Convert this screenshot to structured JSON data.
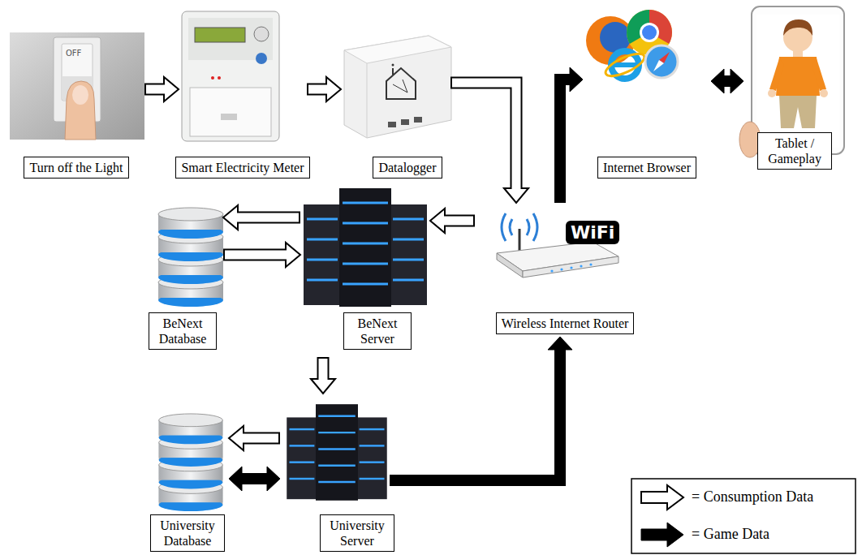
{
  "diagram": {
    "nodes": [
      {
        "text": [
          "Turn off the Light"
        ]
      },
      {
        "text": [
          "Smart Electricity Meter"
        ]
      },
      {
        "text": [
          "Datalogger"
        ]
      },
      {
        "text": [
          "Internet Browser"
        ]
      },
      {
        "text": [
          "Tablet / Gameplay"
        ]
      },
      {
        "text": [
          "BeNext Database"
        ]
      },
      {
        "text": [
          "BeNext Server"
        ]
      },
      {
        "text": [
          "Wireless Internet Router"
        ]
      },
      {
        "text": [
          "University Database"
        ]
      },
      {
        "text": [
          "University Server"
        ]
      }
    ],
    "edges": [
      {
        "from": 0,
        "to": 1,
        "arrow": "to"
      },
      {
        "from": 1,
        "to": 2,
        "arrow": "to"
      },
      {
        "from": 2,
        "to": 7,
        "arrow": "to"
      },
      {
        "from": 7,
        "to": 3,
        "arrow": "to"
      },
      {
        "from": 3,
        "to": 4,
        "arrow": "both"
      },
      {
        "from": 7,
        "to": 6,
        "arrow": "to"
      },
      {
        "from": 6,
        "to": 5,
        "arrow": "to"
      },
      {
        "from": 5,
        "to": 6,
        "arrow": "to"
      },
      {
        "from": 6,
        "to": 9,
        "arrow": "to"
      },
      {
        "from": 9,
        "to": 8,
        "arrow": "to"
      },
      {
        "from": 8,
        "to": 9,
        "arrow": "both"
      },
      {
        "from": 9,
        "to": 7,
        "arrow": "to"
      }
    ],
    "labels": [
      "OFF",
      "WiFi"
    ],
    "legend": [
      {
        "text": "= Consumption Data"
      },
      {
        "text": "= Game Data"
      }
    ]
  }
}
